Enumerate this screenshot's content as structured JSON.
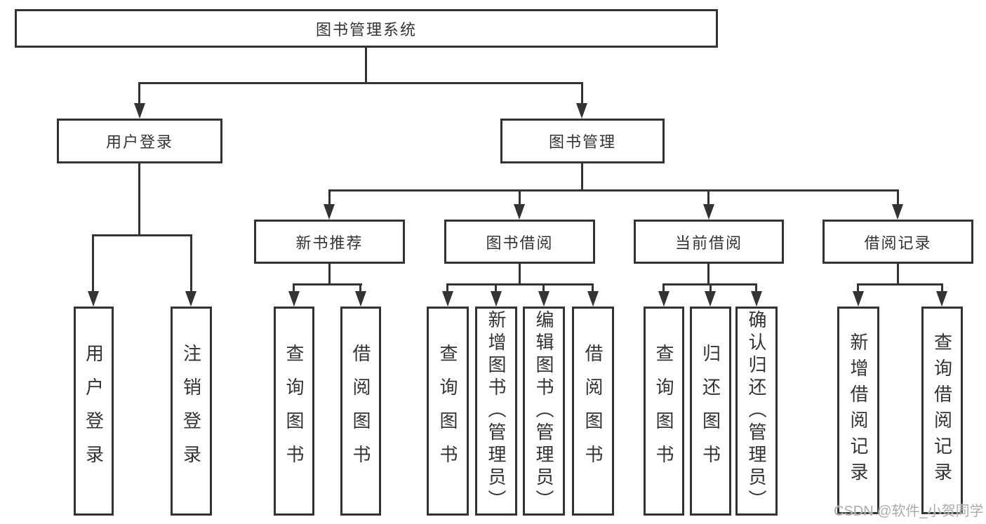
{
  "diagram": {
    "root": {
      "label": "图书管理系统"
    },
    "level2": [
      {
        "label": "用户登录"
      },
      {
        "label": "图书管理"
      }
    ],
    "level3": [
      {
        "label": "新书推荐"
      },
      {
        "label": "图书借阅"
      },
      {
        "label": "当前借阅"
      },
      {
        "label": "借阅记录"
      }
    ],
    "leaves": {
      "user_login": [
        "用户登录",
        "注销登录"
      ],
      "new_books": [
        "查询图书",
        "借阅图书"
      ],
      "book_borrowing": [
        "查询图书",
        "新增图书（管理员）",
        "编辑图书（管理员）",
        "借阅图书"
      ],
      "current_borrowing": [
        "查询图书",
        "归还图书",
        "确认归还（管理员）"
      ],
      "borrow_records": [
        "新增借阅记录",
        "查询借阅记录"
      ]
    },
    "watermark": "CSDN @软件_小贺同学",
    "colors": {
      "line": "#333333",
      "text": "#333333",
      "watermark": "#ababab",
      "background": "#ffffff"
    }
  }
}
